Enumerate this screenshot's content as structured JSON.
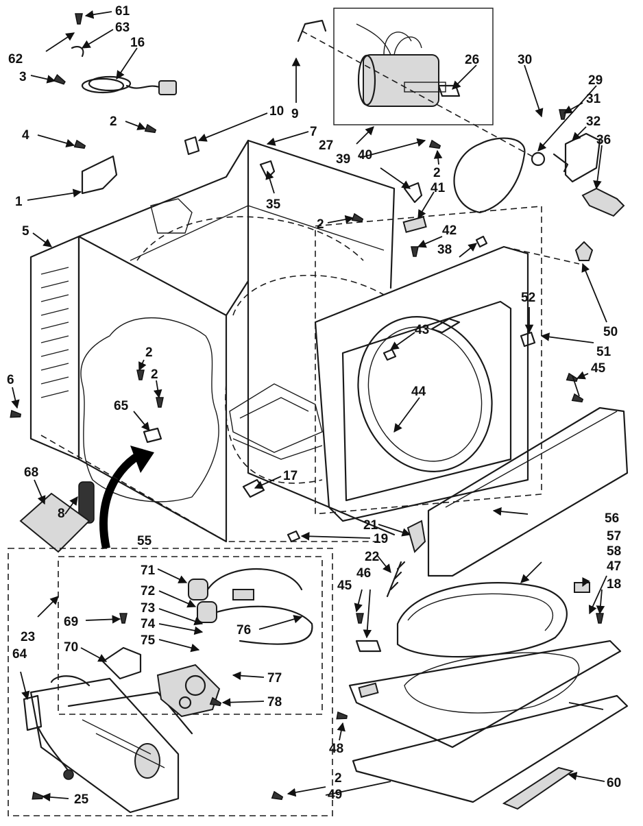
{
  "diagram": {
    "callouts": [
      "1",
      "2",
      "3",
      "4",
      "5",
      "6",
      "7",
      "8",
      "9",
      "10",
      "16",
      "17",
      "18",
      "19",
      "21",
      "22",
      "23",
      "25",
      "26",
      "27",
      "29",
      "30",
      "31",
      "32",
      "35",
      "36",
      "38",
      "39",
      "40",
      "41",
      "42",
      "43",
      "44",
      "45",
      "46",
      "47",
      "48",
      "49",
      "50",
      "51",
      "52",
      "55",
      "56",
      "57",
      "58",
      "60",
      "61",
      "62",
      "63",
      "64",
      "65",
      "68",
      "69",
      "70",
      "71",
      "72",
      "73",
      "74",
      "75",
      "76",
      "77",
      "78"
    ]
  }
}
